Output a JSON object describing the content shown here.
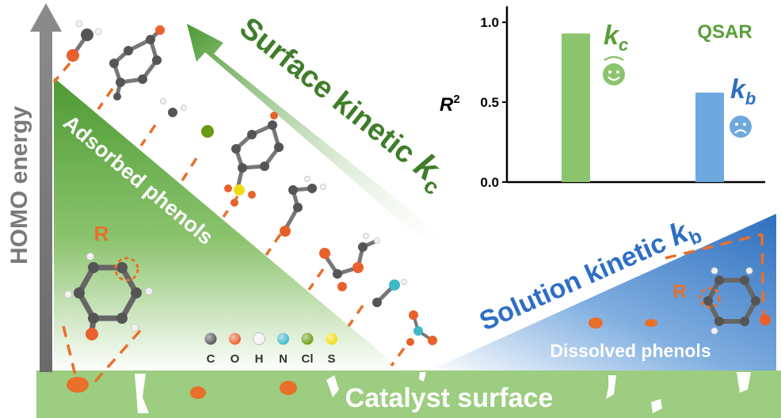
{
  "axis": {
    "label": "HOMO energy"
  },
  "surface": {
    "label": "Catalyst surface"
  },
  "adsorbed": {
    "label": "Adsorbed phenols",
    "r_label": "R"
  },
  "solution": {
    "label_main": "Solution kinetic ",
    "label_k": "k",
    "label_sub": "b",
    "dissolved_label": "Dissolved phenols",
    "r_label": "R"
  },
  "surface_kinetic": {
    "label_main": "Surface kinetic ",
    "label_k": "k",
    "label_sub": "c"
  },
  "legend": {
    "atoms": [
      {
        "symbol": "C",
        "color": "#555555"
      },
      {
        "symbol": "O",
        "color": "#e8602c"
      },
      {
        "symbol": "H",
        "color": "#f2f2f2"
      },
      {
        "symbol": "N",
        "color": "#3fb8c8"
      },
      {
        "symbol": "Cl",
        "color": "#6a9a10"
      },
      {
        "symbol": "S",
        "color": "#f0dc10"
      }
    ]
  },
  "colors": {
    "green": "#5a9e3a",
    "dark_green": "#3f7d2a",
    "blue": "#2e6fc4",
    "light_blue": "#5b9bd5",
    "orange": "#e8702a",
    "gray": "#777777"
  },
  "chart_data": {
    "type": "bar",
    "title": "QSAR",
    "ylabel": "R",
    "ylabel_sup": "2",
    "ylim": [
      0,
      1.1
    ],
    "yticks": [
      "0.0",
      "0.5",
      "1.0"
    ],
    "categories": [
      "k_c",
      "k_b"
    ],
    "values": [
      0.93,
      0.56
    ],
    "bar_colors": [
      "#8cc46e",
      "#6ea8de"
    ],
    "labels": [
      {
        "k": "k",
        "sub": "c",
        "face": "happy-face-icon"
      },
      {
        "k": "k",
        "sub": "b",
        "face": "sad-face-icon"
      }
    ]
  }
}
